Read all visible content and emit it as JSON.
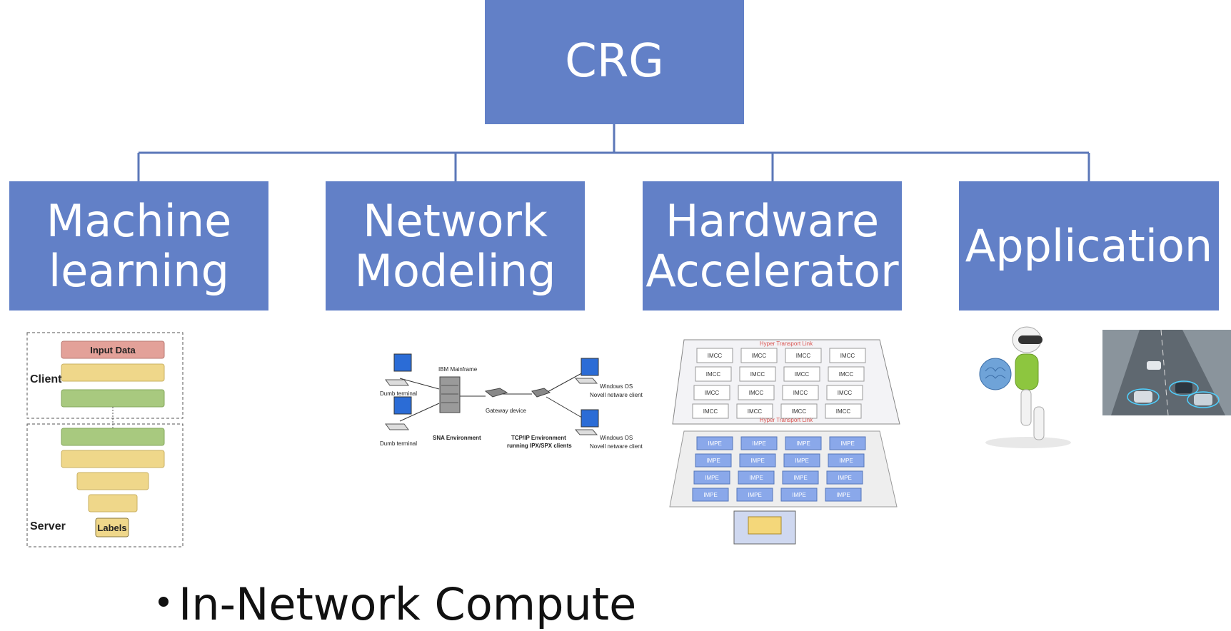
{
  "root": {
    "label": "CRG"
  },
  "colors": {
    "box_fill": "#6280c7",
    "box_text": "#ffffff",
    "connector": "#5b77b8"
  },
  "categories": [
    {
      "line1": "Machine",
      "line2": "learning"
    },
    {
      "line1": "Network",
      "line2": "Modeling"
    },
    {
      "line1": "Hardware",
      "line2": "Accelerator"
    },
    {
      "line1": "Application",
      "line2": ""
    }
  ],
  "ml_figure": {
    "input_label": "Input Data",
    "client_label": "Client",
    "server_label": "Server",
    "labels_label": "Labels"
  },
  "network_figure": {
    "ibm": "IBM Mainframe",
    "dumb1": "Dumb terminal",
    "dumb2": "Dumb terminal",
    "gateway": "Gateway device",
    "sna": "SNA Environment",
    "tcp1": "TCP/IP Environment",
    "tcp2": "running IPX/SPX clients",
    "win1a": "Windows OS",
    "win1b": "Novell netware client",
    "win2a": "Windows OS",
    "win2b": "Novell netware client"
  },
  "hw_figure": {
    "imcc": "IMCC",
    "impe": "IMPE",
    "link_top": "Hyper Transport Link",
    "link_bottom": "Hyper Transport Link"
  },
  "bullet": {
    "text": "In-Network Compute"
  }
}
